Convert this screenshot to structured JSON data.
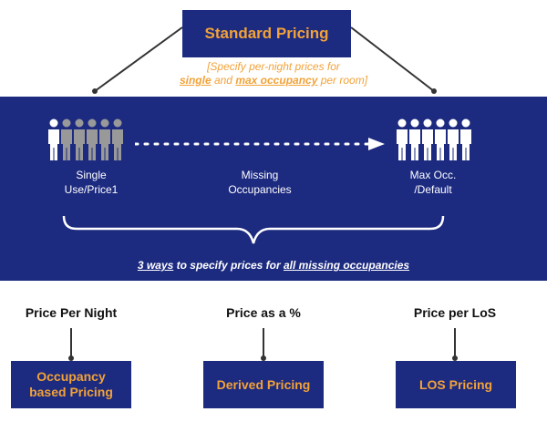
{
  "colors": {
    "navy": "#1c2a80",
    "accent": "#f2a238",
    "dark_person": "#999999",
    "light_person": "#ffffff"
  },
  "header": {
    "title": "Standard Pricing"
  },
  "spec_note": {
    "line1": "[Specify per-night prices for",
    "single": "single",
    "and": " and ",
    "max": "max occupancy",
    "tail": " per room]"
  },
  "band": {
    "single_label": "Single\nUse/Price1",
    "missing_label": "Missing\nOccupancies",
    "max_label": "Max Occ.\n/Default",
    "ways_count": "3 ways",
    "ways_mid": " to specify prices for ",
    "ways_target": "all missing occupancies"
  },
  "columns": [
    {
      "title": "Price Per Night",
      "box": "Occupancy\nbased Pricing"
    },
    {
      "title": "Price as a %",
      "box": "Derived Pricing"
    },
    {
      "title": "Price per LoS",
      "box": "LOS Pricing"
    }
  ]
}
